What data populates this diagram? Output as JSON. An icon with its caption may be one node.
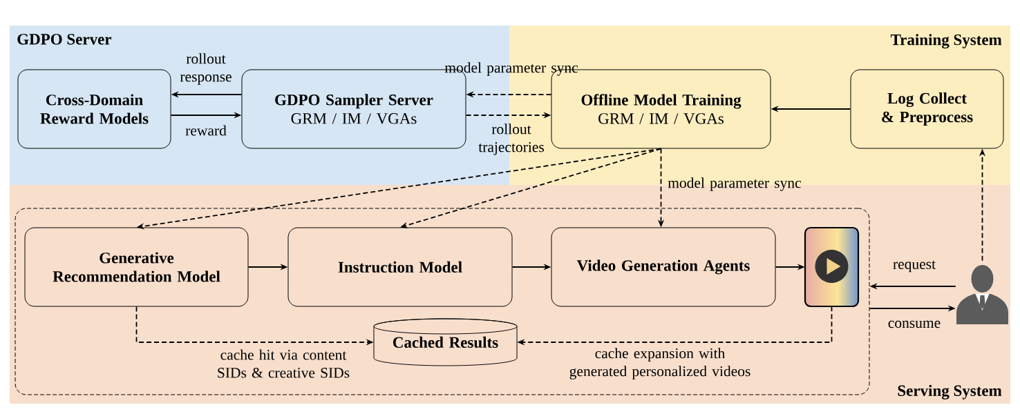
{
  "diagram": {
    "nodes": [
      {
        "text": [
          "GDPO Server"
        ]
      },
      {
        "text": [
          "Training System"
        ]
      },
      {
        "text": [
          "Serving System"
        ]
      },
      {
        "text": [
          "Cross-Domain Reward Models"
        ],
        "in": 0
      },
      {
        "text": [
          "GDPO Sampler Server",
          "GRM / IM / VGAs"
        ],
        "in": 0
      },
      {
        "text": [
          "Offline Model Training",
          "GRM / IM / VGAs"
        ],
        "in": 1
      },
      {
        "text": [
          "Log Collect & Preprocess"
        ],
        "in": 1
      },
      {
        "text": [],
        "shape": "box",
        "in": 2
      },
      {
        "text": [
          "Generative Recommendation Model"
        ],
        "in": 7
      },
      {
        "text": [
          "Instruction Model"
        ],
        "in": 7
      },
      {
        "text": [
          "Video Generation Agents"
        ],
        "in": 7
      },
      {
        "text": [],
        "shape": "box",
        "in": 7
      },
      {
        "text": [
          "Cached Results"
        ],
        "in": 7
      },
      {
        "text": [],
        "shape": "person",
        "in": 2
      }
    ],
    "edges": [
      {
        "from": 4,
        "to": 3,
        "arrow": "to",
        "label": "rollout response"
      },
      {
        "from": 3,
        "to": 4,
        "arrow": "to",
        "label": "reward"
      },
      {
        "from": 5,
        "to": 4,
        "arrow": "to",
        "style": "dashed",
        "label": "model parameter sync"
      },
      {
        "from": 4,
        "to": 5,
        "arrow": "to",
        "style": "dashed",
        "label": "rollout trajectories"
      },
      {
        "from": 6,
        "to": 5,
        "arrow": "to"
      },
      {
        "from": 5,
        "to": 8,
        "arrow": "to",
        "style": "dashed"
      },
      {
        "from": 5,
        "to": 9,
        "arrow": "to",
        "style": "dashed"
      },
      {
        "from": 5,
        "to": 10,
        "arrow": "to",
        "style": "dashed",
        "label": "model parameter sync"
      },
      {
        "from": 8,
        "to": 9,
        "arrow": "to"
      },
      {
        "from": 9,
        "to": 10,
        "arrow": "to"
      },
      {
        "from": 10,
        "to": 11,
        "arrow": "to"
      },
      {
        "from": 8,
        "to": 12,
        "arrow": "to",
        "style": "dashed",
        "label": "cache hit via content SIDs & creative SIDs"
      },
      {
        "from": 11,
        "to": 12,
        "arrow": "to",
        "style": "dashed",
        "label": "cache expansion with generated personalized videos"
      },
      {
        "from": 13,
        "to": 7,
        "arrow": "to",
        "label": "request"
      },
      {
        "from": 7,
        "to": 13,
        "arrow": "to",
        "label": "consume"
      },
      {
        "from": 13,
        "to": 6,
        "arrow": "to",
        "style": "dashed"
      }
    ]
  }
}
